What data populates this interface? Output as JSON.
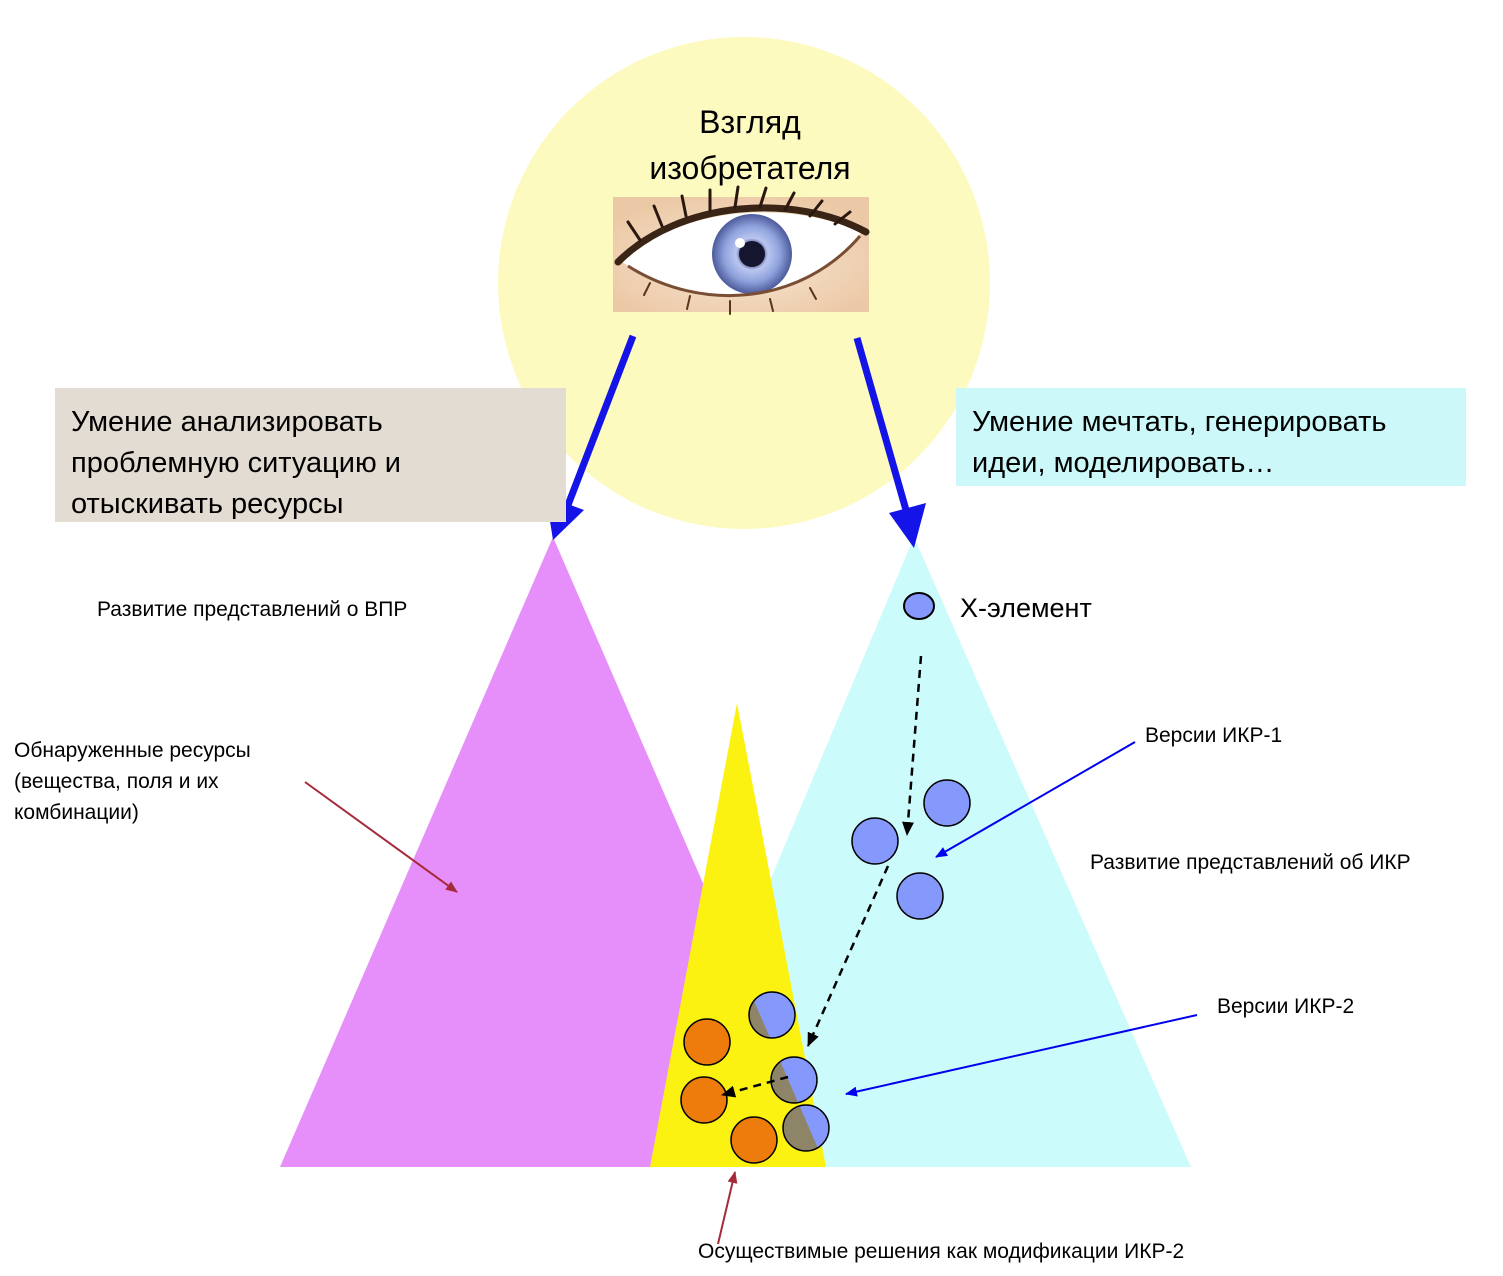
{
  "title": {
    "line1": "Взгляд",
    "line2": "изобретателя"
  },
  "boxes": {
    "left_line1": "Умение анализировать",
    "left_line2": "проблемную ситуацию и",
    "left_line3": "отыскивать ресурсы",
    "right_line1": "Умение мечтать, генерировать",
    "right_line2": "идеи, моделировать…"
  },
  "labels": {
    "vpr": "Развитие представлений о ВПР",
    "resources_line1": "Обнаруженные ресурсы",
    "resources_line2": "(вещества, поля и их",
    "resources_line3": "комбинации)",
    "x_element": "Х-элемент",
    "ikr1": "Версии ИКР-1",
    "ikr_dev": "Развитие представлений об ИКР",
    "ikr2": "Версии ИКР-2",
    "solutions": "Осуществимые решения как модификации ИКР-2"
  },
  "colors": {
    "halo": "#fdfac0",
    "left_triangle": "#e68ffa",
    "right_triangle": "#ccfbfb",
    "overlap": "#fbf212",
    "blue_circle": "#8599fc",
    "orange_circle": "#ed7c0c",
    "grey_half": "#8e8568",
    "eye_arrow": "#1414e8",
    "blue_pointer": "#0000ee",
    "red_pointer": "#a52a3a"
  },
  "icons": {
    "eye": "eye-icon"
  }
}
